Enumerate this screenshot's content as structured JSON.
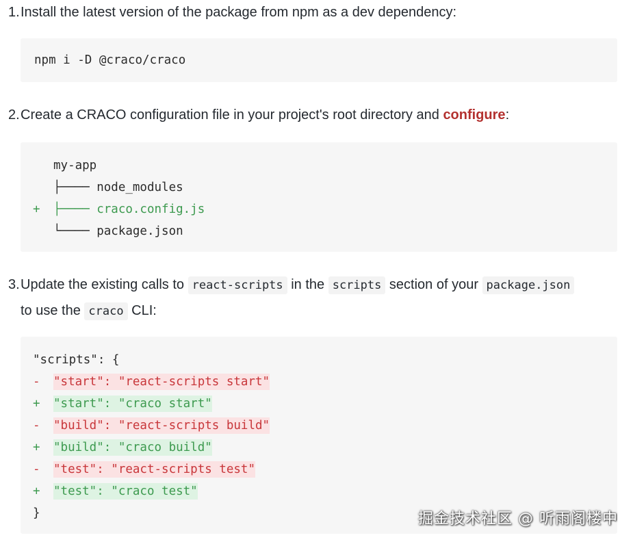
{
  "step1": {
    "number": "1.",
    "text": "Install the latest version of the package from npm as a dev dependency:"
  },
  "code1": {
    "line": "npm i -D @craco/craco"
  },
  "step2": {
    "number": "2.",
    "text_before": "Create a CRACO configuration file in your project's root directory and ",
    "link": "configure",
    "text_after": ":"
  },
  "code2": {
    "root": "my-app",
    "rows": [
      {
        "marker": " ",
        "branch": "├──── ",
        "name": "node_modules",
        "status": "plain"
      },
      {
        "marker": "+",
        "branch": "├──── ",
        "name": "craco.config.js",
        "status": "added"
      },
      {
        "marker": " ",
        "branch": "└──── ",
        "name": "package.json",
        "status": "plain"
      }
    ]
  },
  "step3": {
    "number": "3.",
    "t1": "Update the existing calls to ",
    "c1": "react-scripts",
    "t2": " in the ",
    "c2": "scripts",
    "t3": " section of your ",
    "c3": "package.json",
    "t4": "to use the ",
    "c4": "craco",
    "t5": " CLI:"
  },
  "code3": {
    "open": "\"scripts\": {",
    "lines": [
      {
        "marker": "-",
        "text": "\"start\": \"react-scripts start\"",
        "status": "removed"
      },
      {
        "marker": "+",
        "text": "\"start\": \"craco start\"",
        "status": "added"
      },
      {
        "marker": "-",
        "text": "\"build\": \"react-scripts build\"",
        "status": "removed"
      },
      {
        "marker": "+",
        "text": "\"build\": \"craco build\"",
        "status": "added"
      },
      {
        "marker": "-",
        "text": "\"test\": \"react-scripts test\"",
        "status": "removed"
      },
      {
        "marker": "+",
        "text": "\"test\": \"craco test\"",
        "status": "added"
      }
    ],
    "close": "}"
  },
  "watermark": "掘金技术社区 @ 听雨阁楼中"
}
